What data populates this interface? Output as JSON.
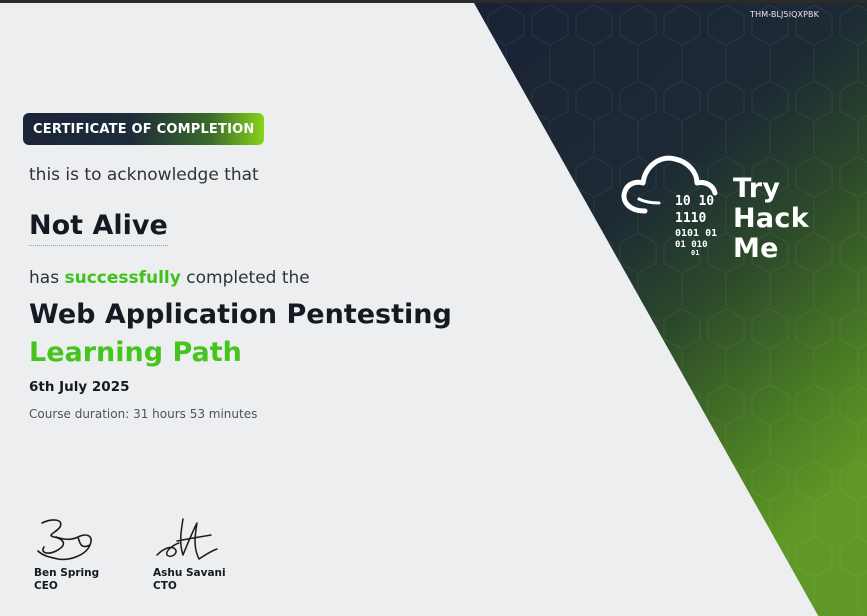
{
  "certificate_id": "THM-BLJ5IQXPBK",
  "badge_label": "CERTIFICATE OF COMPLETION",
  "acknowledge_text": "this is to acknowledge that",
  "recipient_name": "Not Alive",
  "completion": {
    "prefix": "has",
    "highlight": "successfully",
    "suffix": "completed the"
  },
  "course": {
    "title": "Web Application Pentesting",
    "subtitle": "Learning Path"
  },
  "date": "6th July 2025",
  "duration": "Course duration: 31 hours 53 minutes",
  "signatories": [
    {
      "name": "Ben Spring",
      "role": "CEO"
    },
    {
      "name": "Ashu Savani",
      "role": "CTO"
    }
  ],
  "logo": {
    "words": [
      "Try",
      "Hack",
      "Me"
    ],
    "binary": [
      "10 10",
      "1110",
      "0101 01",
      "01 010",
      "01"
    ]
  },
  "colors": {
    "accent_green": "#45c41d",
    "dark_navy": "#1b2438",
    "background": "#eceeef"
  }
}
